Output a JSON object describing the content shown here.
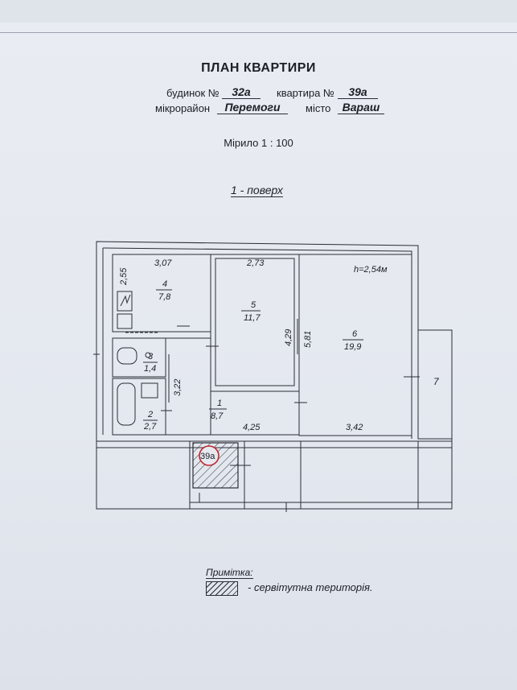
{
  "header": {
    "title": "ПЛАН КВАРТИРИ",
    "building_label": "будинок №",
    "building_number": "32а",
    "apartment_label": "квартира №",
    "apartment_number": "39а",
    "district_label": "мікрорайон",
    "district_name": "Перемоги",
    "city_label": "місто",
    "city_name": "Вараш",
    "scale": "Мірило 1 : 100",
    "floor": "1 - поверх"
  },
  "plan": {
    "ceiling_height": "h=2,54м",
    "dimensions": {
      "room4_width": "3,07",
      "room4_height": "2,55",
      "room5_width": "2,73",
      "room5_height": "4,29",
      "room6_height": "5,81",
      "hall_height": "3,22",
      "hall_width": "4,25",
      "room6_width": "3,42"
    },
    "rooms": [
      {
        "number": "4",
        "area": "7,8"
      },
      {
        "number": "5",
        "area": "11,7"
      },
      {
        "number": "6",
        "area": "19,9"
      },
      {
        "number": "3",
        "area": "1,4"
      },
      {
        "number": "2",
        "area": "2,7"
      },
      {
        "number": "1",
        "area": "8,7"
      },
      {
        "number": "7",
        "area": ""
      }
    ],
    "stamp": "39а"
  },
  "legend": {
    "title": "Примітка:",
    "text": "- сервітутна територія."
  }
}
